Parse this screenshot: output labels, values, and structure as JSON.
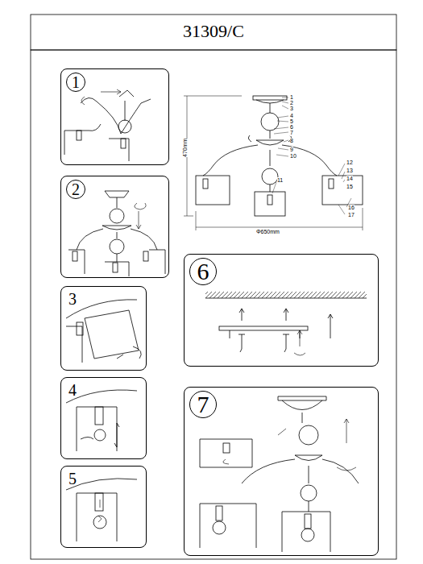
{
  "diagram": {
    "title": "31309/C",
    "nodes": [
      {
        "text": [
          "1"
        ]
      },
      {
        "text": [
          "2"
        ]
      },
      {
        "text": [
          "3"
        ]
      },
      {
        "text": [
          "4"
        ]
      },
      {
        "text": [
          "5"
        ]
      },
      {
        "text": [
          "6"
        ]
      },
      {
        "text": [
          "7"
        ]
      }
    ],
    "labels": [
      "1",
      "2",
      "3",
      "4",
      "5",
      "6",
      "7",
      "8",
      "9",
      "10",
      "11",
      "12",
      "13",
      "14",
      "15",
      "16",
      "17",
      "470mm",
      "Φ650mm"
    ]
  }
}
